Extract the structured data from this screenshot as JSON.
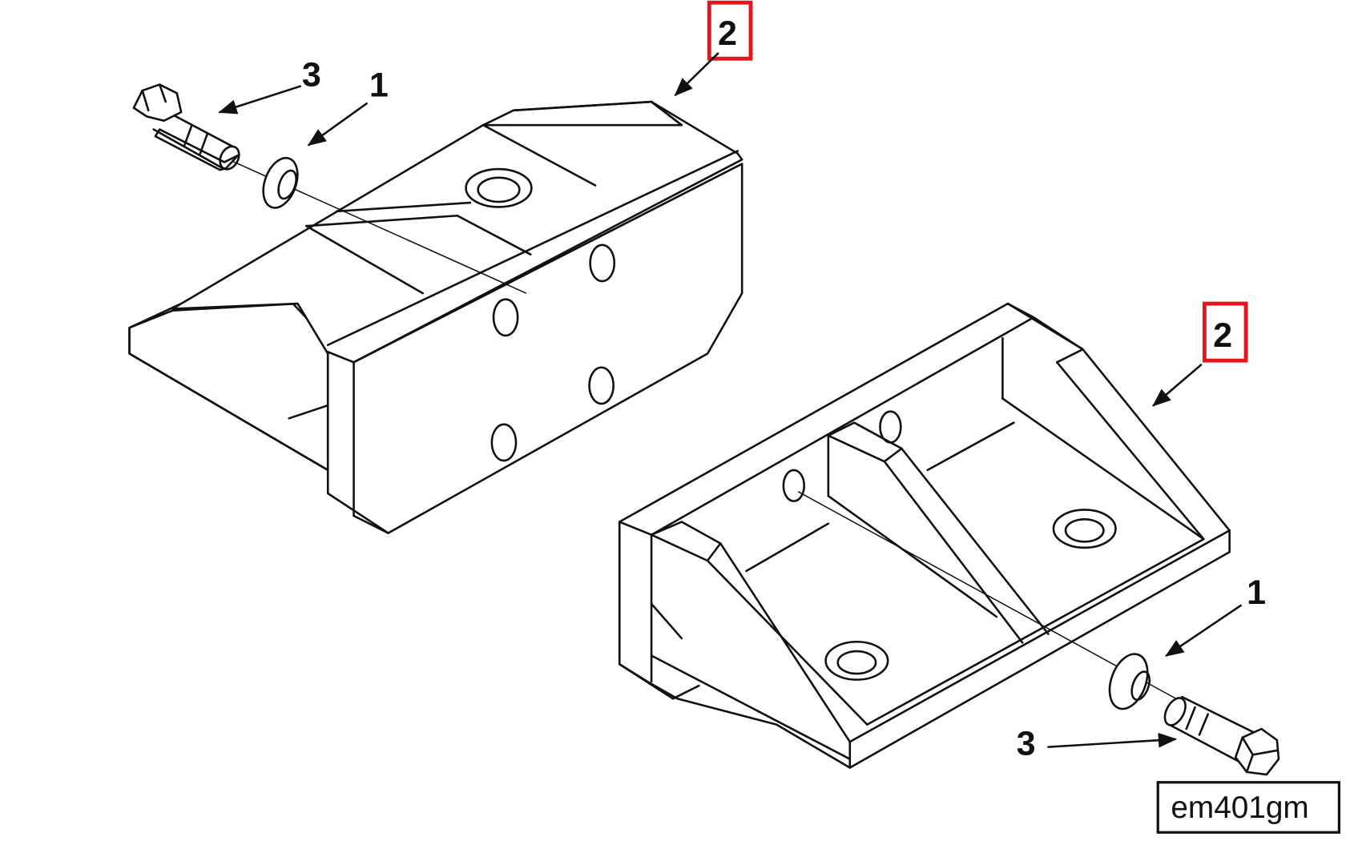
{
  "figure": {
    "id_label": "em401gm",
    "highlight_color": "#e8141b"
  },
  "callouts": {
    "top_left_bolt": "3",
    "top_left_washer": "1",
    "top_bracket": "2",
    "bottom_bracket": "2",
    "bottom_right_washer": "1",
    "bottom_right_bolt": "3"
  },
  "parts": [
    {
      "item": "1",
      "name": "lock-washer"
    },
    {
      "item": "2",
      "name": "mounting-bracket"
    },
    {
      "item": "3",
      "name": "hex-bolt"
    }
  ]
}
